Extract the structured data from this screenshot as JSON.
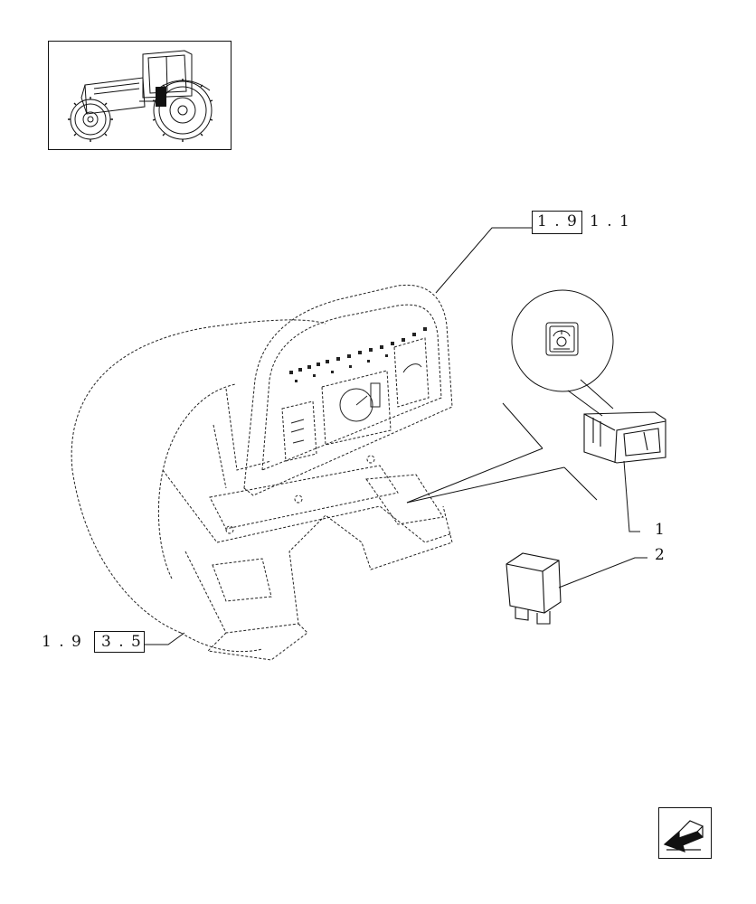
{
  "references": {
    "top_ref": {
      "boxed": "1 . 9",
      "rest": "1 . 1"
    },
    "left_ref": {
      "prefix": "1 . 9",
      "boxed": "3 . 5"
    }
  },
  "callouts": {
    "item_1": "1",
    "item_2": "2"
  },
  "icons": {
    "thumbnail": "tractor-thumbnail-icon",
    "switch_symbol": "differential-lock-symbol-icon",
    "nav": "arrow-back-icon"
  }
}
